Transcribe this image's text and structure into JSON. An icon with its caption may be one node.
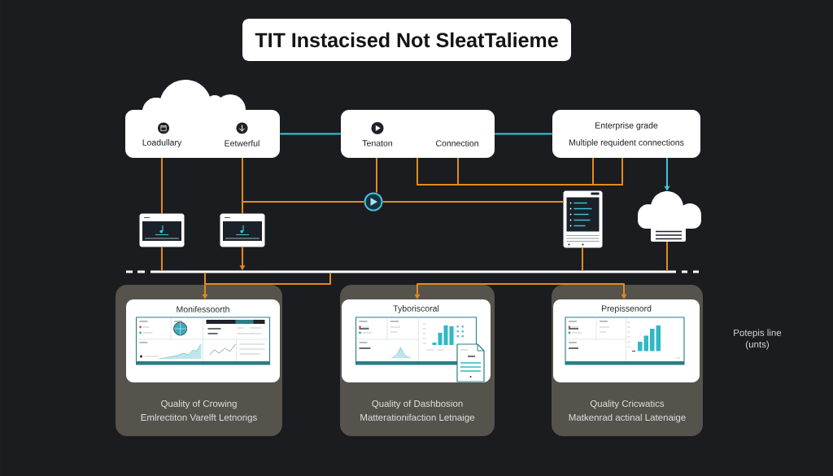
{
  "diagram": {
    "title": "TIT Instacised Not SleatTalieme",
    "nodes": [
      {
        "text": [
          "Loadullary",
          "Eetwerful"
        ]
      },
      {
        "text": [
          "Tenaton",
          "Connection"
        ]
      },
      {
        "text": [
          "Enterprise grade",
          "Multiple requident connections"
        ]
      },
      {
        "text": [],
        "shape": "picture"
      },
      {
        "text": [],
        "shape": "picture"
      },
      {
        "text": [],
        "shape": "circle"
      },
      {
        "text": [],
        "shape": "picture"
      },
      {
        "text": [],
        "shape": "cloud"
      },
      {
        "text": [],
        "shape": "bar"
      },
      {
        "text": [
          "Quality of Crowing",
          "Emlrectiton Varelft Letnorigs"
        ]
      },
      {
        "text": [
          "Monifessoorth"
        ],
        "in": 9
      },
      {
        "text": [
          "Quality of Dashbosion",
          "Matterationifaction Letnaige"
        ]
      },
      {
        "text": [
          "Tyboriscoral"
        ],
        "in": 11
      },
      {
        "text": [
          "Quality Cricwatics",
          "Matkenrad actinal Latenaige"
        ]
      },
      {
        "text": [
          "Prepissenord"
        ],
        "in": 13
      }
    ],
    "edges": [
      {
        "from": 0,
        "to": 1,
        "arrow": "none",
        "color": "#3ec5dc"
      },
      {
        "from": 1,
        "to": 2,
        "arrow": "none",
        "color": "#3ec5dc"
      },
      {
        "from": 2,
        "to": 7,
        "arrow": "to",
        "color": "#3ec5dc"
      },
      {
        "from": 0,
        "to": 3,
        "arrow": "none"
      },
      {
        "from": 0,
        "to": 4,
        "arrow": "none"
      },
      {
        "from": 0,
        "to": 5,
        "arrow": "none"
      },
      {
        "from": 1,
        "to": 5,
        "arrow": "none"
      },
      {
        "from": 5,
        "to": 6,
        "arrow": "none"
      },
      {
        "from": 1,
        "to": 2,
        "arrow": "none"
      },
      {
        "from": 3,
        "to": 8,
        "arrow": "none"
      },
      {
        "from": 4,
        "to": 8,
        "arrow": "to"
      },
      {
        "from": 6,
        "to": 8,
        "arrow": "none"
      },
      {
        "from": 7,
        "to": 8,
        "arrow": "none"
      },
      {
        "from": 8,
        "to": 10,
        "arrow": "to"
      },
      {
        "from": 12,
        "to": 14,
        "arrow": "both"
      }
    ],
    "labels": [
      "Potepis line (unts)"
    ]
  }
}
